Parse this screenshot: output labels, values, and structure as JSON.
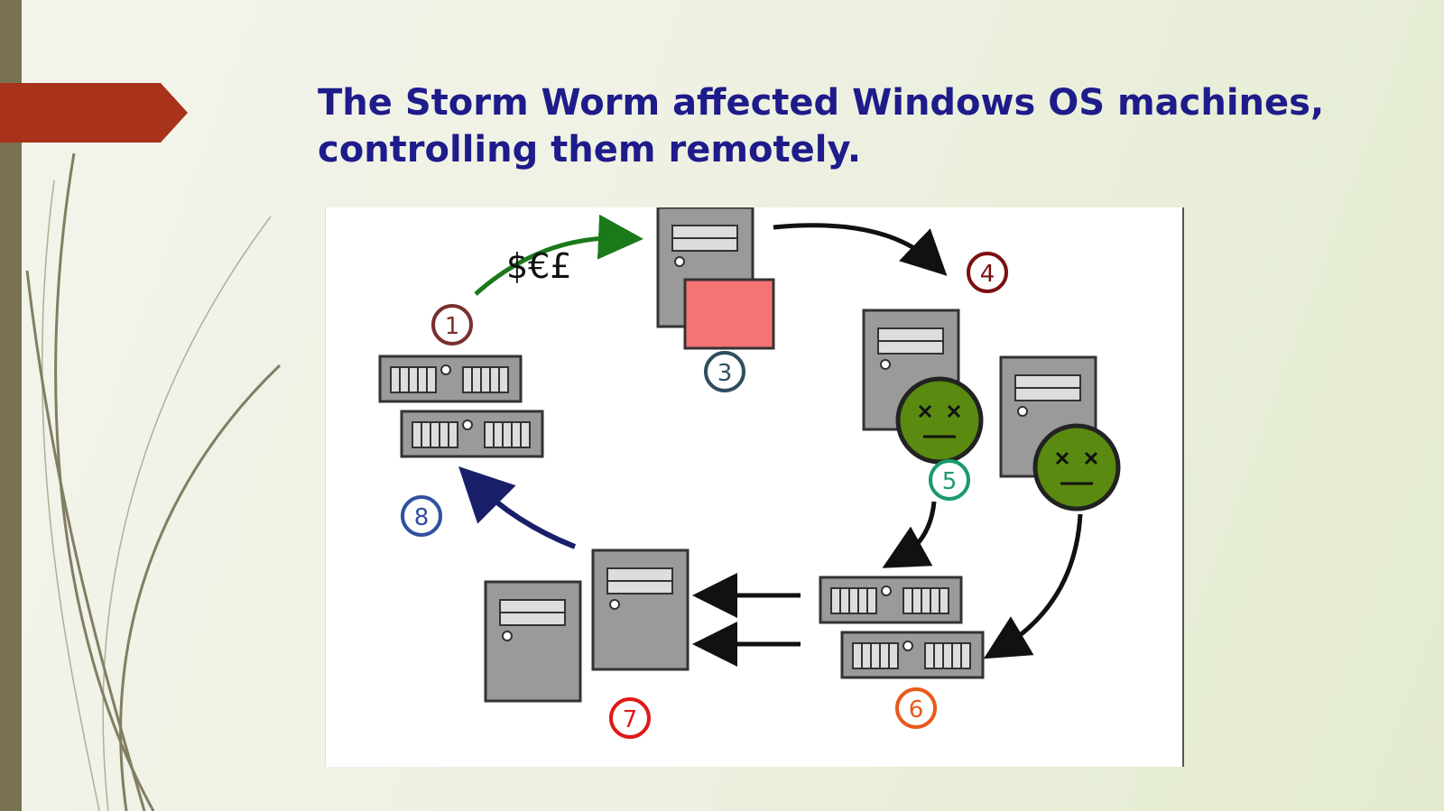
{
  "slide": {
    "title_line1": "The Storm Worm affected Windows OS machines,",
    "title_line2": "controlling them remotely."
  },
  "diagram": {
    "currency_label": "$€£",
    "steps": [
      {
        "label": "1",
        "color": "#7a3030"
      },
      {
        "label": "3",
        "color": "#2f4f5f"
      },
      {
        "label": "4",
        "color": "#7a1010"
      },
      {
        "label": "5",
        "color": "#1a9a6a"
      },
      {
        "label": "6",
        "color": "#e8591a"
      },
      {
        "label": "7",
        "color": "#e01818"
      },
      {
        "label": "8",
        "color": "#3050a0"
      }
    ],
    "colors": {
      "accent_tab": "#a8321a",
      "title": "#1e1b8a",
      "server": "#9a9a9a",
      "payment_arrow": "#1a7a1a",
      "return_arrow": "#1a1f6a",
      "infected_face": "#5a8a10",
      "red_box": "#f47474"
    }
  }
}
